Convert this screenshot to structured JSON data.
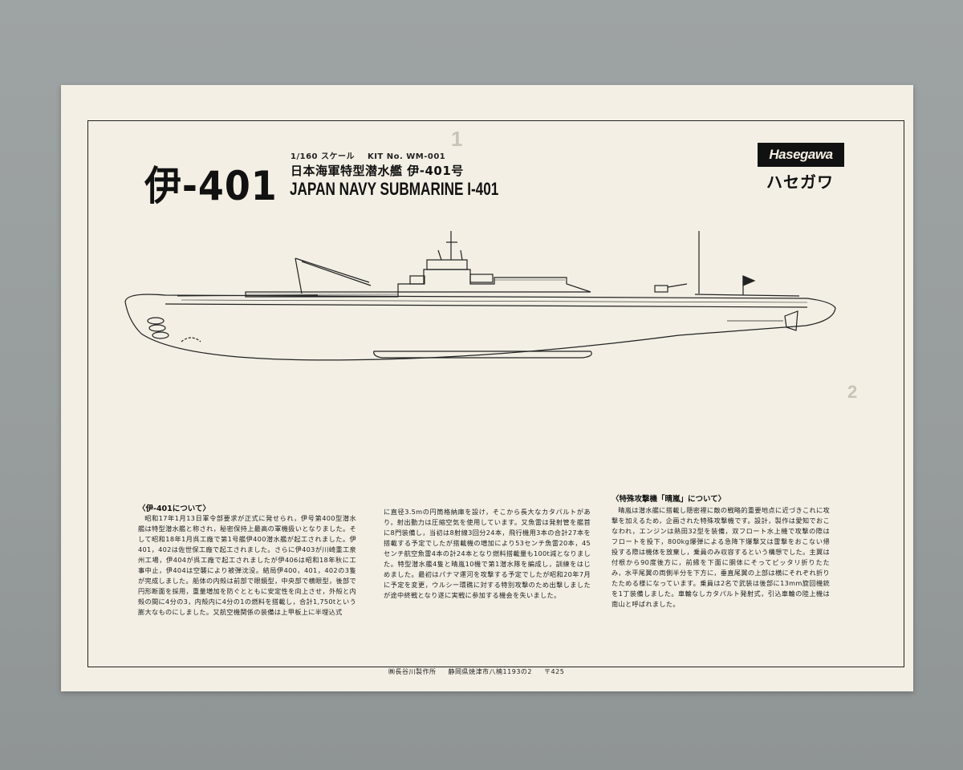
{
  "header": {
    "title": "伊-401",
    "scale": "1/160 スケール",
    "kit_no": "KIT No. WM-001",
    "jp_subtitle": "日本海軍特型潜水艦 伊-401号",
    "en_subtitle": "JAPAN NAVY SUBMARINE I-401"
  },
  "logo": {
    "brand": "Hasegawa",
    "brand_jp": "ハセガワ"
  },
  "section1": {
    "heading": "〈伊-401について〉",
    "paragraphs": [
      "昭和17年1月13日軍令部要求が正式に発せられ，伊号第400型潜水艦は特型潜水艦と称され，秘密保持上最高の軍機扱いとなりました。そして昭和18年1月呉工廠で第1号艦伊400潜水艦が起工されました。伊401，402は佐世保工廠で起工されました。さらに伊403が川崎重工泉州工場，伊404が呉工廠で起工されましたが伊406は昭和18年秋に工事中止，伊404は空襲により被弾沈没。結局伊400，401，402の3隻が完成しました。船体の内殻は前部で眼鏡型，中央部で横眼型，後部で円形断面を採用，重量増加を防ぐとともに安定性を向上させ，外殻と内殻の間に4分の3，内殻内に4分の1の燃料を搭載し，合計1,750tという膨大なものにしました。又航空機関係の装備は上甲板上に半埋込式"
    ],
    "continuation": "に直径3.5mの円筒格納庫を設け，そこから長大なカタパルトがあり，射出動力は圧縮空気を使用しています。又魚雷は発射管を艦首に8門装備し，当初は8射線3回分24本，飛行機用3本の合計27本を搭載する予定でしたが搭載機の増加により53センチ魚雷20本，45センチ航空魚雷4本の計24本となり燃料搭載量も100t減となりました。特型潜水艦4隻と晴嵐10機で第1潜水隊を編成し，訓練をはじめました。最初はパナマ運河を攻撃する予定でしたが昭和20年7月に予定を変更，ウルシー環礁に対する特別攻撃のため出撃しましたが途中終戦となり遂に実戦に参加する機会を失いました。"
  },
  "section2": {
    "heading": "〈特殊攻撃機「晴嵐」について〉",
    "paragraphs": [
      "晴嵐は潜水艦に搭載し隠密裡に敵の戦略的重要地点に近づきこれに攻撃を加えるため，企画された特殊攻撃機です。設計，製作は愛知でおこなわれ，エンジンは熱田32型を装備，双フロート水上機で攻撃の際はフロートを投下，800kg爆弾による急降下爆撃又は雷撃をおこない帰投する際は機体を放棄し，乗員のみ収容するという構想でした。主翼は付根から90度後方に，前縁を下面に胴体にそってピッタリ折りたたみ，水平尾翼の両側半分を下方に，垂直尾翼の上部は横にそれぞれ折りたためる様になっています。乗員は2名で武装は後部に13mm旋回機銃を1丁装備しました。車輪なしカタパルト発射式，引込車輪の陸上機は南山と呼ばれました。"
    ]
  },
  "footer": {
    "company": "㈱長谷川製作所",
    "address": "静岡県焼津市八楠1193の2",
    "postal": "〒425"
  }
}
